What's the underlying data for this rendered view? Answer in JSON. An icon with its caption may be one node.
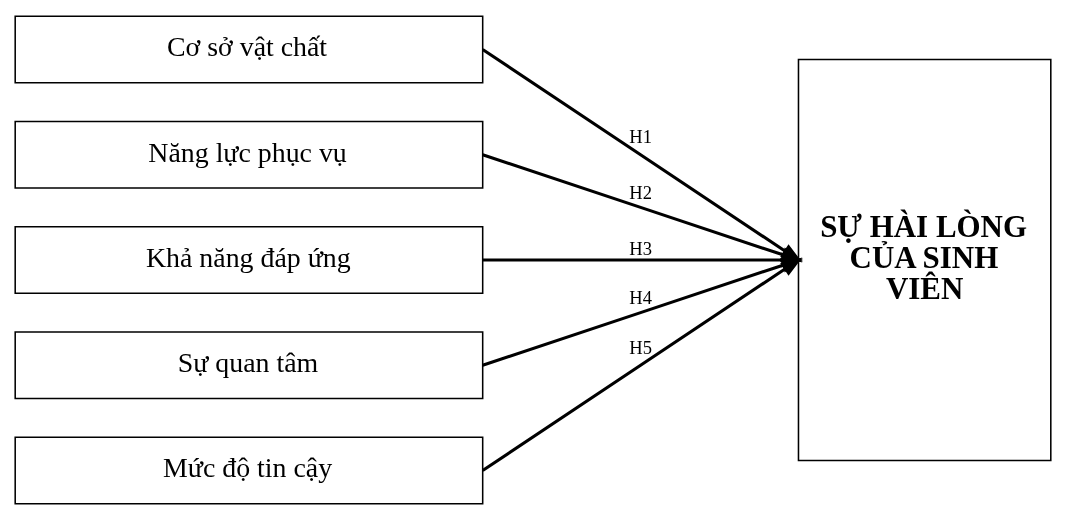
{
  "diagram": {
    "nodes": [
      {
        "text": [
          "Cơ sở vật chất"
        ]
      },
      {
        "text": [
          "Năng lực phục vụ"
        ]
      },
      {
        "text": [
          "Khả năng đáp ứng"
        ]
      },
      {
        "text": [
          "Sự quan tâm"
        ]
      },
      {
        "text": [
          "Mức độ tin cậy"
        ]
      },
      {
        "text": [
          "SỰ HÀI LÒNG CỦA SINH VIÊN"
        ]
      }
    ],
    "edges": [
      {
        "from": 0,
        "to": 5,
        "arrow": "to",
        "label": "H1"
      },
      {
        "from": 1,
        "to": 5,
        "arrow": "to",
        "label": "H2"
      },
      {
        "from": 2,
        "to": 5,
        "arrow": "to",
        "label": "H3"
      },
      {
        "from": 3,
        "to": 5,
        "arrow": "to",
        "label": "H4"
      },
      {
        "from": 4,
        "to": 5,
        "arrow": "to",
        "label": "H5"
      }
    ]
  }
}
